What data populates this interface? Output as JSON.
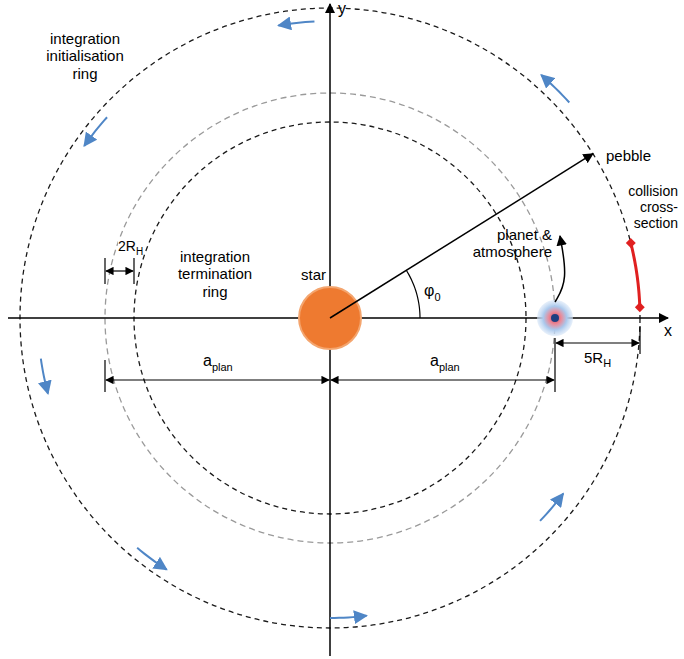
{
  "diagram": {
    "labels": [
      "y",
      "integration initialisation ring",
      "pebble",
      "collision cross-section",
      "planet & atmosphere",
      "φ",
      "0",
      "integration termination ring",
      "star",
      "2R",
      "H",
      "x",
      "a",
      "plan",
      "a",
      "plan",
      "5R",
      "H"
    ]
  }
}
